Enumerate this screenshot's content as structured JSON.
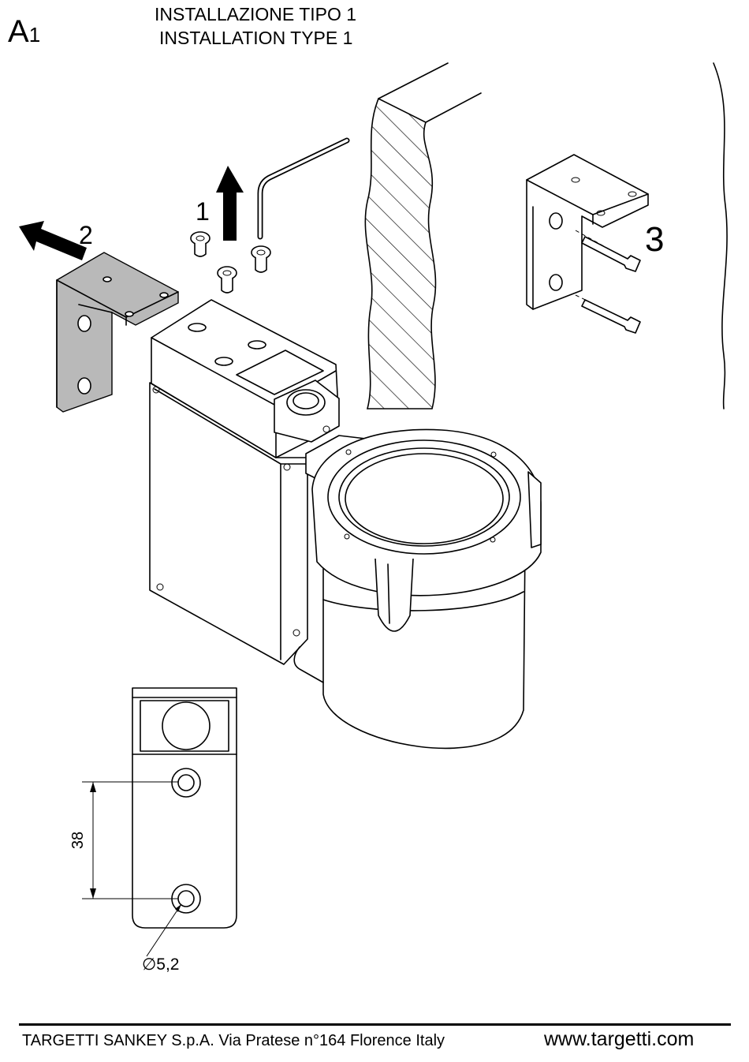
{
  "sheet": {
    "letter": "A",
    "number": "1"
  },
  "title": {
    "italian": "INSTALLAZIONE TIPO 1",
    "english": "INSTALLATION TYPE 1"
  },
  "steps": [
    "1",
    "2",
    "3"
  ],
  "dimensions": {
    "hole_spacing": "38",
    "hole_diameter": "∅5,2"
  },
  "footer": {
    "company": "TARGETTI SANKEY S.p.A. Via Pratese n°164 Florence Italy",
    "website": "www.targetti.com"
  }
}
